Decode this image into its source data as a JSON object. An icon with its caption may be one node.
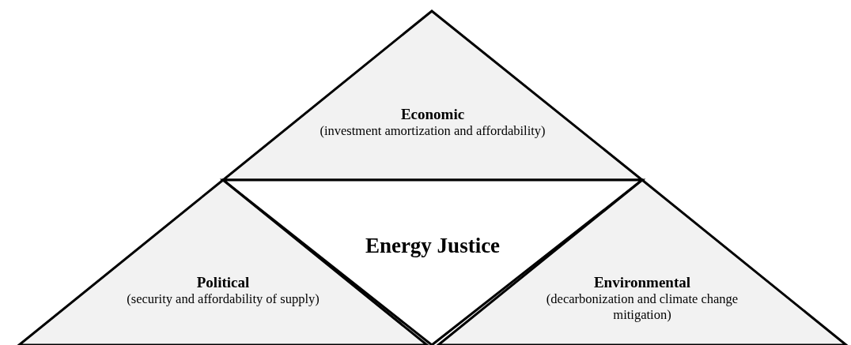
{
  "diagram": {
    "nodes": [
      {
        "text": [
          "Economic",
          "(investment amortization and affordability)"
        ]
      },
      {
        "text": [
          "Energy Justice"
        ]
      },
      {
        "text": [
          "Political",
          "(security and affordability of supply)"
        ]
      },
      {
        "text": [
          "Environmental",
          "(decarbonization and climate change mitigation)"
        ]
      }
    ]
  }
}
